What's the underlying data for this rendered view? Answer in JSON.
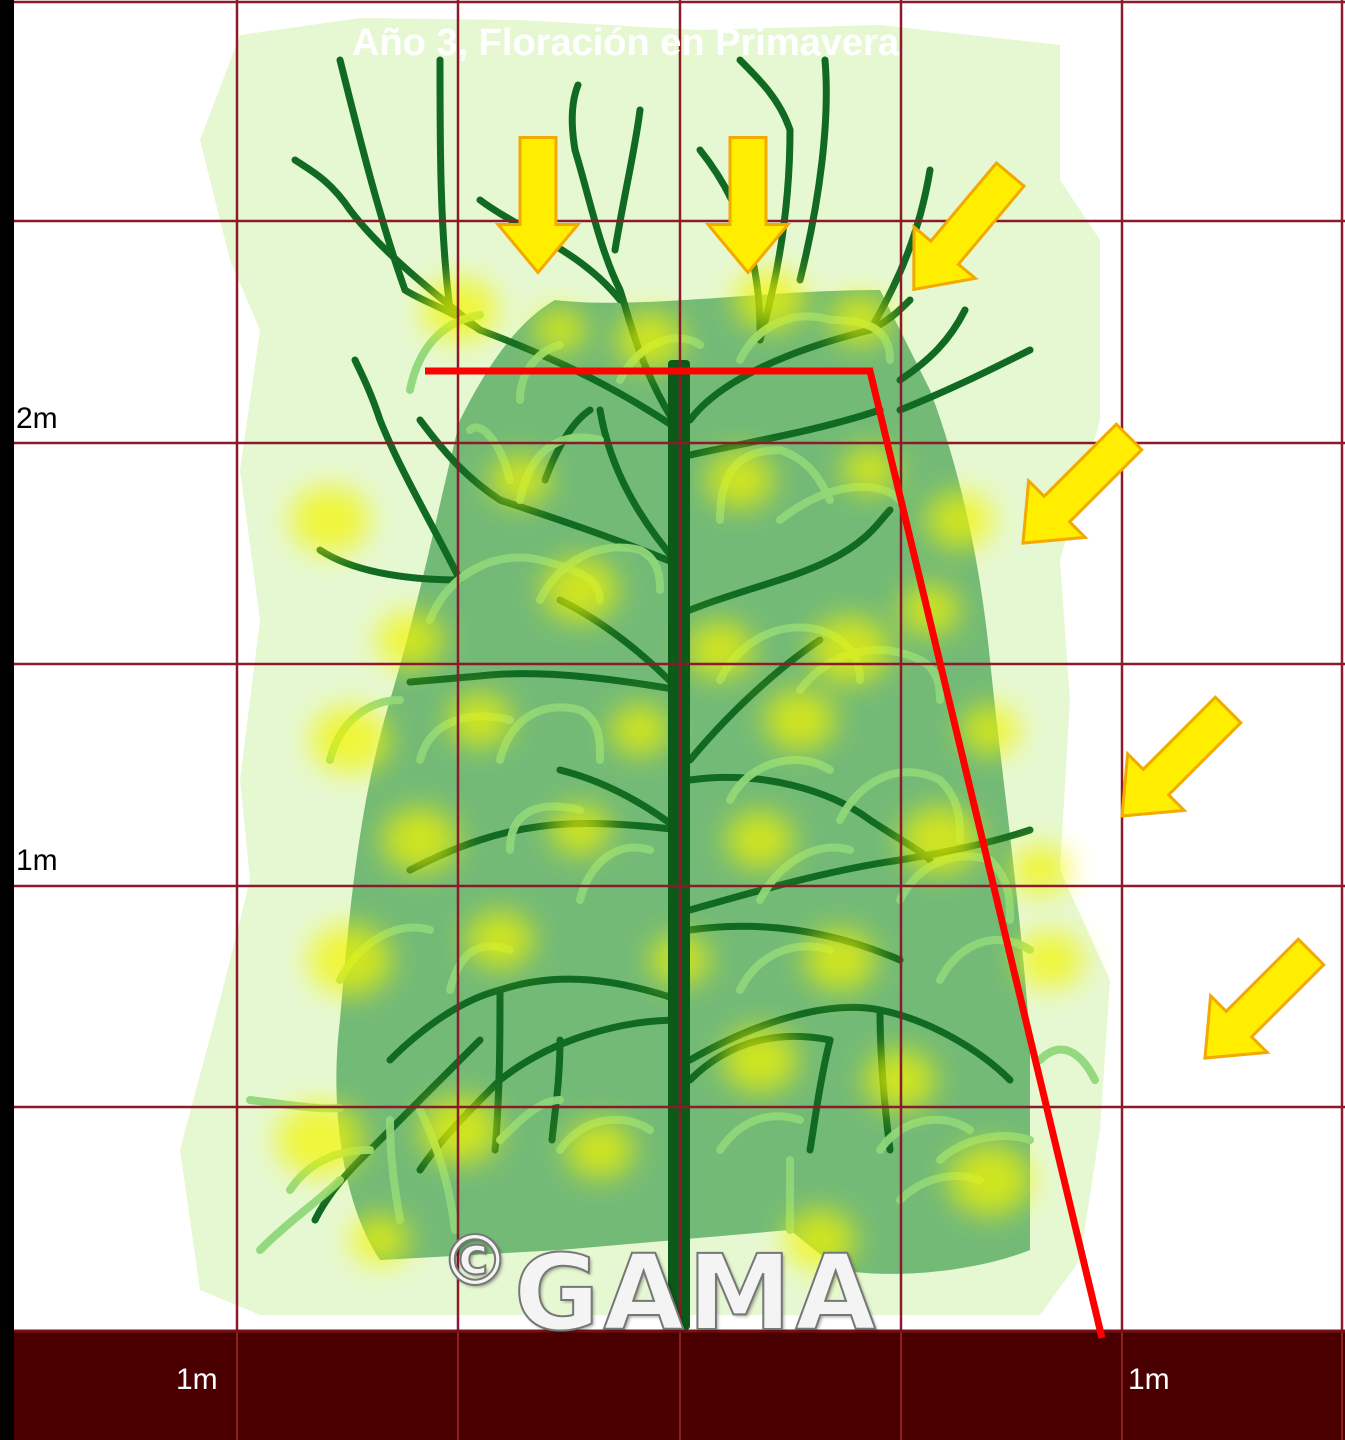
{
  "title": "Año 3, Floración en Primavera",
  "watermark": {
    "symbol": "©",
    "text": "GAMA"
  },
  "height_labels": [
    "2m",
    "1m"
  ],
  "ground_labels": {
    "left": "1m",
    "right": "1m"
  },
  "colors": {
    "frame": "#000000",
    "grid_line": "#8b1a2b",
    "ground": "#4a0000",
    "canopy_outer": "#e6f8d2",
    "canopy_inner": "#73ba77",
    "trunk": "#0b5a17",
    "old_branch": "#116a22",
    "new_shoot": "#8fd67a",
    "blossom": "#f3f500",
    "pruning_line": "#ff0000",
    "arrow_fill": "#ffee00",
    "arrow_stroke": "#f2a900"
  },
  "icons": {
    "light_arrows": "yellow-arrow-icon",
    "pruning_guide": "red-line",
    "tree": "tree-illustration"
  }
}
